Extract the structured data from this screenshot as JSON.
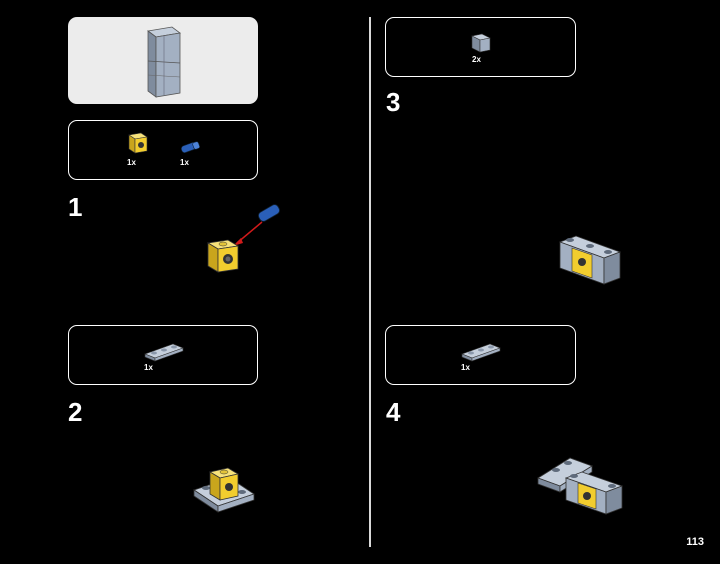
{
  "model_box": {
    "background": "#ececec"
  },
  "steps": [
    {
      "number": "1",
      "parts": [
        {
          "qty": "1x",
          "icon": "yellow-technic-brick-icon"
        },
        {
          "qty": "1x",
          "icon": "blue-axle-pin-icon"
        }
      ]
    },
    {
      "number": "2",
      "parts": [
        {
          "qty": "1x",
          "icon": "gray-plate-1x3-icon"
        }
      ]
    },
    {
      "number": "3",
      "parts": [
        {
          "qty": "2x",
          "icon": "gray-brick-1x1-icon"
        }
      ]
    },
    {
      "number": "4",
      "parts": [
        {
          "qty": "1x",
          "icon": "gray-plate-1x3-icon"
        }
      ]
    }
  ],
  "page_number": "113",
  "colors": {
    "yellow": "#f2cd2e",
    "blue": "#2a5fb8",
    "gray": "#a3b0c2",
    "red": "#d01a1a"
  }
}
